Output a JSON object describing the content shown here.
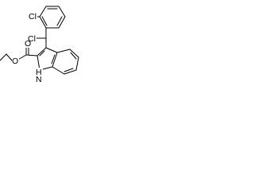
{
  "molecule": {
    "labels": {
      "cl_aryl": "Cl",
      "cl_benzyl": "Cl",
      "o_carbonyl": "O",
      "o_ester": "O",
      "nh": "H",
      "n": "N"
    }
  }
}
